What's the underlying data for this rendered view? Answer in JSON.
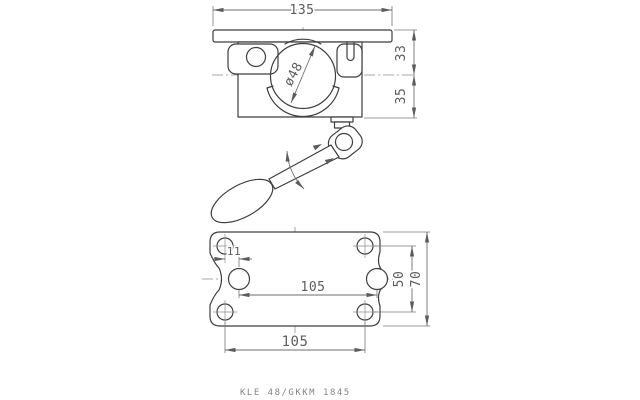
{
  "part_number": "KLE 48/GKKM 1845",
  "front_view": {
    "plate_width": "135",
    "mount_height": "33",
    "clamp_height": "35",
    "tube_diameter": "ø48"
  },
  "base_view": {
    "hole_offset": "11",
    "middle_hole_spacing": "105",
    "corner_hole_spacing": "105",
    "hole_row_spacing": "50",
    "plate_depth": "70"
  },
  "colors": {
    "outline": "#3e3e3e",
    "dimension": "#6e6e6e",
    "centerline": "#8e8e8e",
    "background": "#ffffff"
  }
}
